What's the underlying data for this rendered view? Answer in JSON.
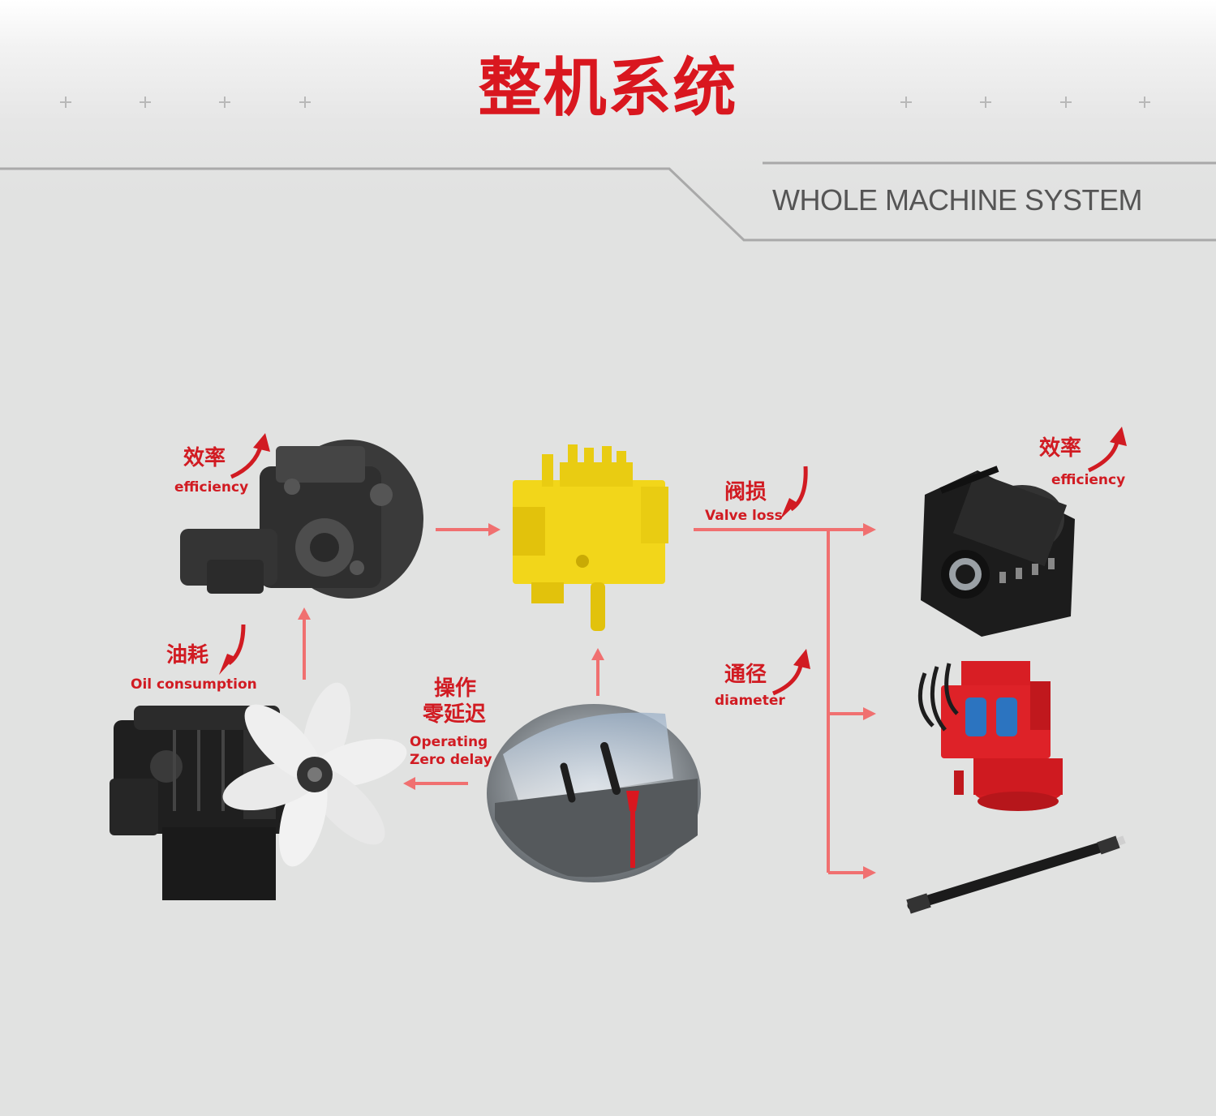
{
  "header": {
    "title": "整机系统",
    "subtitle": "WHOLE MACHINE SYSTEM"
  },
  "components": {
    "pump": "main-pump",
    "valve": "control-valve",
    "engine": "engine",
    "cab": "operator-cab",
    "winch": "winch",
    "rotary": "power-head",
    "rod": "drill-rod"
  },
  "labels": {
    "pump_efficiency_cn": "效率",
    "pump_efficiency_en": "efficiency",
    "fuel_cn": "油耗",
    "fuel_en": "Oil consumption",
    "operating_cn_1": "操作",
    "operating_cn_2": "零延迟",
    "operating_en_1": "Operating",
    "operating_en_2": "Zero delay",
    "valve_loss_cn": "阀损",
    "valve_loss_en": "Valve loss",
    "diameter_cn": "通径",
    "diameter_en": "diameter",
    "winch_efficiency_cn": "效率",
    "winch_efficiency_en": "efficiency"
  },
  "colors": {
    "accent": "#d9171f",
    "flow_arrow": "#f07070",
    "trend_arrow": "#d11b22",
    "background": "#e1e2e1"
  }
}
